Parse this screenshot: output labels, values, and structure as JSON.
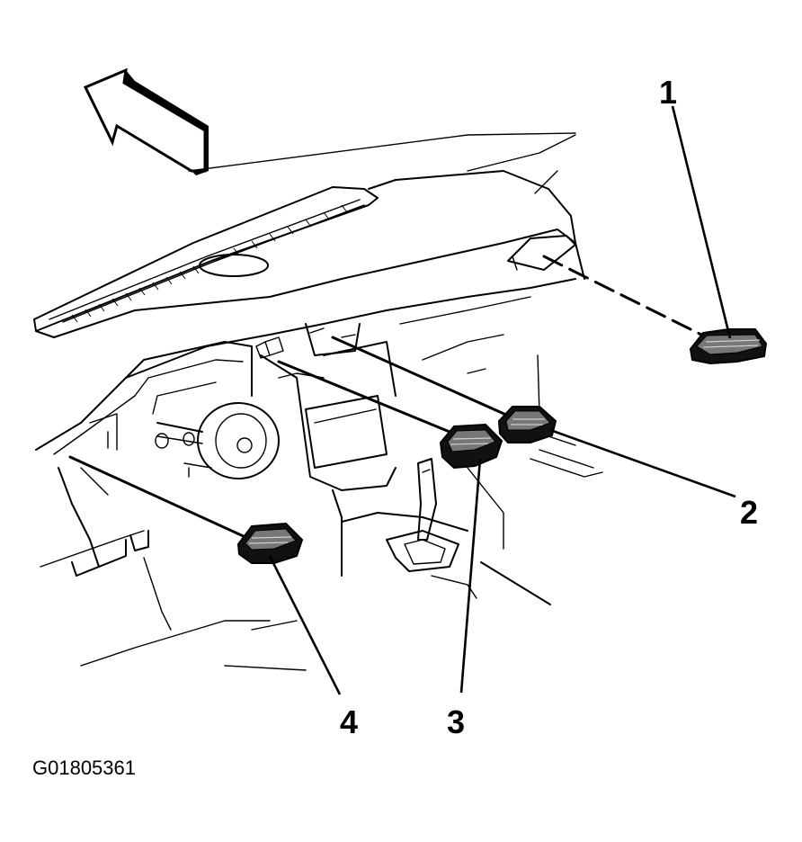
{
  "figure": {
    "figure_id": "G01805361",
    "callouts": [
      {
        "id": "1",
        "label": "1"
      },
      {
        "id": "2",
        "label": "2"
      },
      {
        "id": "3",
        "label": "3"
      },
      {
        "id": "4",
        "label": "4"
      }
    ],
    "icons": {
      "direction_arrow": "front-direction-arrow-icon",
      "vent": "air-outlet-icon"
    }
  }
}
